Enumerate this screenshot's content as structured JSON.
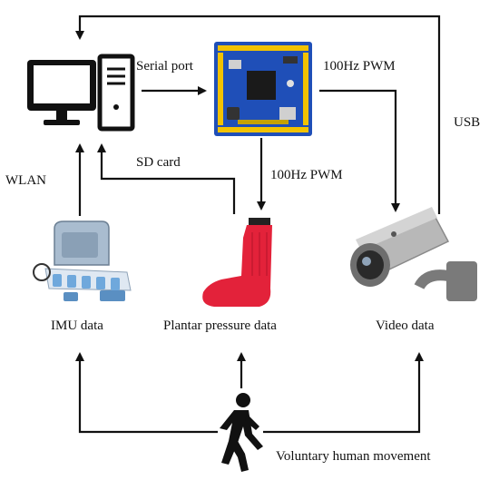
{
  "labels": {
    "serial_port": "Serial port",
    "pwm_top": "100Hz PWM",
    "pwm_mid": "100Hz PWM",
    "usb": "USB",
    "sd_card": "SD card",
    "wlan": "WLAN",
    "imu": "IMU data",
    "plantar": "Plantar pressure data",
    "video": "Video data",
    "movement": "Voluntary human movement"
  },
  "colors": {
    "line": "#111111",
    "board": "#1f4fb8",
    "board_chip": "#1a1a1a",
    "insole": "#e3223a",
    "camera_body": "#9a9a9a",
    "imu_device": "#6fa8dc"
  },
  "icons": [
    "computer-icon",
    "microcontroller-board-icon",
    "camera-icon",
    "imu-sensor-icon",
    "pressure-insole-icon",
    "walking-person-icon"
  ]
}
